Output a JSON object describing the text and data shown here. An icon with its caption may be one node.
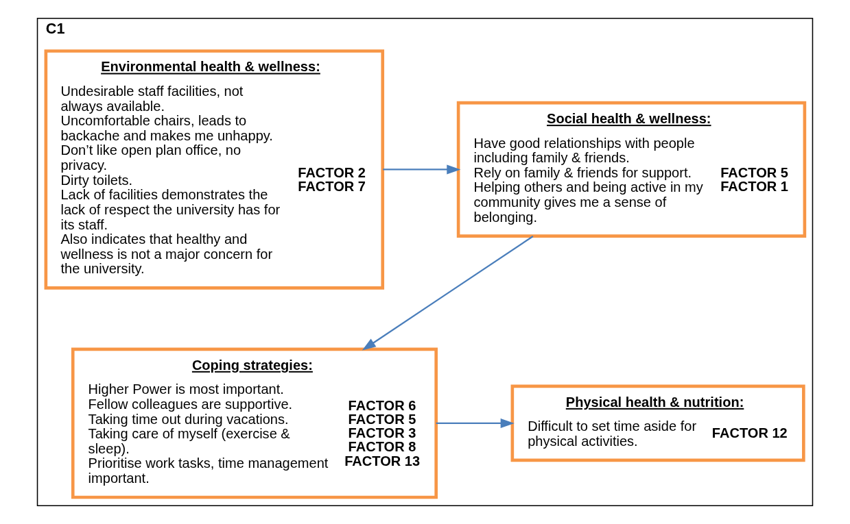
{
  "diagram": {
    "nodes": [
      {
        "text": [
          "C1"
        ]
      },
      {
        "text": [
          "Environmental health & wellness:",
          "Undesirable staff facilities, not always available.",
          "Uncomfortable chairs, leads to backache and makes me unhappy.",
          "Don’t like open plan office, no privacy.",
          "Dirty toilets.",
          "Lack of facilities demonstrates the lack of respect the university has for its staff.",
          "Also indicates that healthy and wellness is not a major concern for the university.",
          "FACTOR 2",
          "FACTOR 7"
        ],
        "in": 0
      },
      {
        "text": [
          "Social health & wellness:",
          "Have good relationships with people including family & friends.",
          "Rely on family & friends for support.",
          "Helping others and being active in my community gives me a sense of belonging.",
          "FACTOR 5",
          "FACTOR 1"
        ],
        "in": 0
      },
      {
        "text": [
          "Coping strategies:",
          "Higher Power is most important.",
          "Fellow colleagues are supportive.",
          "Taking time out during vacations.",
          "Taking care of myself (exercise & sleep).",
          "Prioritise work tasks, time management important.",
          "FACTOR 6",
          "FACTOR 5",
          "FACTOR 3",
          "FACTOR 8",
          "FACTOR 13"
        ],
        "in": 0
      },
      {
        "text": [
          "Physical health & nutrition:",
          "Difficult to set time aside for physical activities.",
          "FACTOR 12"
        ],
        "in": 0
      }
    ],
    "edges": [
      {
        "from": 1,
        "to": 2,
        "arrow": "to"
      },
      {
        "from": 2,
        "to": 3,
        "arrow": "to"
      },
      {
        "from": 3,
        "to": 4,
        "arrow": "to"
      }
    ]
  }
}
